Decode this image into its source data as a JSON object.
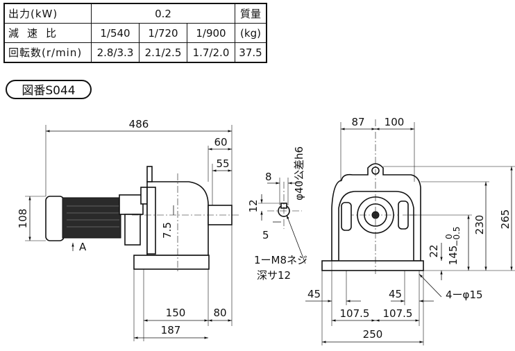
{
  "spec_table": {
    "output_label": "出力(kW)",
    "output_value": "0.2",
    "weight_label": "質量",
    "ratio_label": "減速比",
    "ratios": [
      "1/540",
      "1/720",
      "1/900"
    ],
    "weight_unit": "(kg)",
    "speed_label": "回転数(r/min)",
    "speeds": [
      "2.8/3.3",
      "2.1/2.5",
      "1.7/2.0"
    ],
    "weight_value": "37.5"
  },
  "drawing_number": "図番S044",
  "side_view": {
    "overall_length": "486",
    "shaft_dim_60": "60",
    "shaft_dim_55": "55",
    "motor_height": "108",
    "offset_7_5": "7.5",
    "view_arrow_label": "A",
    "base_150": "150",
    "base_80": "80",
    "base_187": "187"
  },
  "shaft_detail": {
    "key_width": "8",
    "key_height": "12",
    "shaft_dia": "φ40公差h6",
    "dim_5": "5",
    "tapped_hole": "1ーM8ネジ",
    "tap_depth": "深サ12"
  },
  "front_view": {
    "dim_87": "87",
    "dim_100": "100",
    "height_265": "265",
    "height_230": "230",
    "tolerance": "0\n−0.5",
    "tol_upper": "0",
    "tol_lower": "−0.5",
    "height_145": "145",
    "dim_22": "22",
    "dim_45_left": "45",
    "dim_45_right": "45",
    "dim_107_5_left": "107.5",
    "dim_107_5_right": "107.5",
    "width_250": "250",
    "mount_holes": "4ーφ15"
  }
}
